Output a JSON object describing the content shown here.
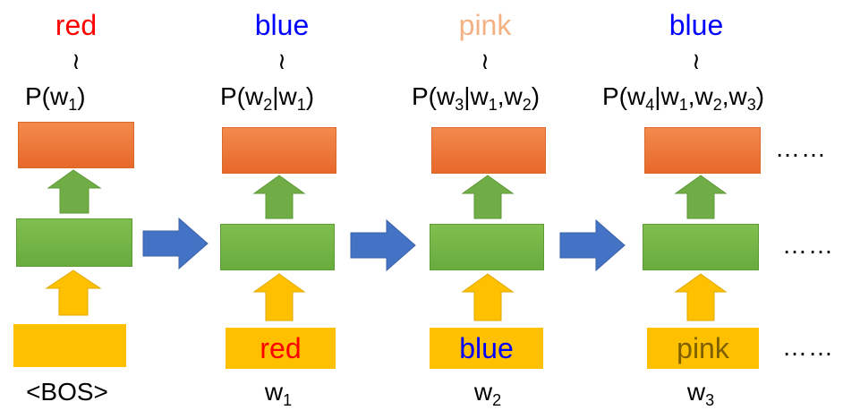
{
  "columns": [
    {
      "top_word": "red",
      "top_color": "#ff0000",
      "tilde": "≀",
      "prob_base": "P(w",
      "prob_sub1": "1",
      "prob_rest": ")",
      "input_word": "",
      "input_color": "#000000",
      "bottom_base": "<BOS>",
      "bottom_sub": ""
    },
    {
      "top_word": "blue",
      "top_color": "#0000ff",
      "tilde": "≀",
      "prob_base": "P(w",
      "prob_sub1": "2",
      "prob_rest": "|w",
      "prob_sub2": "1",
      "prob_end": ")",
      "input_word": "red",
      "input_color": "#ff0000",
      "bottom_base": "w",
      "bottom_sub": "1"
    },
    {
      "top_word": "pink",
      "top_color": "#f4b183",
      "tilde": "≀",
      "prob_base": "P(w",
      "prob_sub1": "3",
      "prob_rest": "|w",
      "prob_sub2": "1",
      "prob_mid": ",w",
      "prob_sub3": "2",
      "prob_end": ")",
      "input_word": "blue",
      "input_color": "#0000ff",
      "bottom_base": "w",
      "bottom_sub": "2"
    },
    {
      "top_word": "blue",
      "top_color": "#0000ff",
      "tilde": "≀",
      "prob_base": "P(w",
      "prob_sub1": "4",
      "prob_rest": "|w",
      "prob_sub2": "1",
      "prob_mid": ",w",
      "prob_sub3": "2",
      "prob_mid2": ",w",
      "prob_sub4": "3",
      "prob_end": ")",
      "input_word": "pink",
      "input_color": "#7f6000",
      "bottom_base": "w",
      "bottom_sub": "3"
    }
  ],
  "ellipsis": "……",
  "colors": {
    "orange": "#ed7d31",
    "green": "#70ad47",
    "yellow": "#ffc000",
    "blue_arrow": "#4472c4"
  }
}
